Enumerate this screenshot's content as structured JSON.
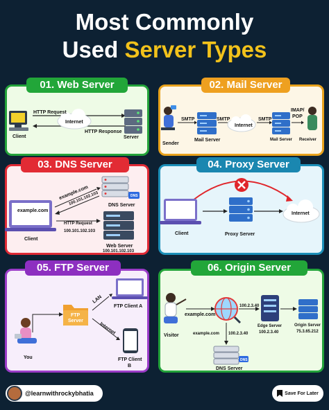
{
  "header": {
    "title_line1": "Most Commonly",
    "title_line2_plain": "Used ",
    "title_line2_accent": "Server Types"
  },
  "colors": {
    "background": "#0d2133",
    "accent": "#f2c21b"
  },
  "panels": {
    "web": {
      "tag": "01. Web Server",
      "labels": {
        "request": "HTTP Request",
        "internet": "Internet",
        "response": "HTTP Response",
        "client": "Client",
        "server": "Server"
      }
    },
    "mail": {
      "tag": "02. Mail Server",
      "labels": {
        "smtp1": "SMTP",
        "smtp2": "SMTP",
        "smtp3": "SMTP",
        "imap": "IMAP/",
        "pop": "POP",
        "internet": "Internet",
        "sender": "Sender",
        "mail_server1": "Mail Server",
        "mail_server2": "Mail Server",
        "receiver": "Receiver"
      }
    },
    "dns": {
      "tag": "03. DNS Server",
      "labels": {
        "query": "example.com",
        "answer": "100.101.102.103",
        "dns_server": "DNS Server",
        "client_screen": "example.com",
        "client": "Client",
        "http_request": "HTTP Request",
        "ip": "100.101.102.103",
        "web_server": "Web Server",
        "web_server_ip": "100.101.102.103",
        "dns_badge": "DNS"
      }
    },
    "proxy": {
      "tag": "04. Proxy Server",
      "labels": {
        "client": "Client",
        "proxy_server": "Proxy Server",
        "internet": "Internet"
      }
    },
    "ftp": {
      "tag": "05. FTP Server",
      "labels": {
        "ftp_server_line1": "FTP",
        "ftp_server_line2": "Server",
        "lan": "LAN",
        "internet": "Internet",
        "client_a": "FTP Client A",
        "client_b_line1": "FTP Client",
        "client_b_line2": "B",
        "you": "You"
      }
    },
    "origin": {
      "tag": "06. Origin Server",
      "labels": {
        "query": "example.com",
        "visitor": "Visitor",
        "ip1": "100.2.3.40",
        "edge_server": "Edge Server",
        "edge_ip": "100.2.3.40",
        "origin_server": "Origin Server",
        "origin_ip": "75.3.65.212",
        "query2": "example.com",
        "ip2": "100.2.3.40",
        "dns_server": "DNS Server",
        "dns_badge": "DNS"
      }
    }
  },
  "footer": {
    "handle": "@learnwithrockybhatia",
    "save_label": "Save For Later"
  }
}
